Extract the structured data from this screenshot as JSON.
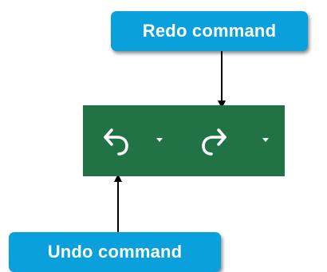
{
  "callouts": {
    "redo_label": "Redo command",
    "undo_label": "Undo command"
  },
  "toolbar": {
    "background_color": "#217346",
    "buttons": [
      {
        "name": "undo",
        "icon": "undo-icon",
        "has_dropdown": true
      },
      {
        "name": "redo",
        "icon": "redo-icon",
        "has_dropdown": true
      }
    ]
  },
  "colors": {
    "callout_background": "#0aa0dc",
    "callout_text": "#ffffff",
    "toolbar_icon": "#ffffff",
    "arrow": "#000000"
  }
}
